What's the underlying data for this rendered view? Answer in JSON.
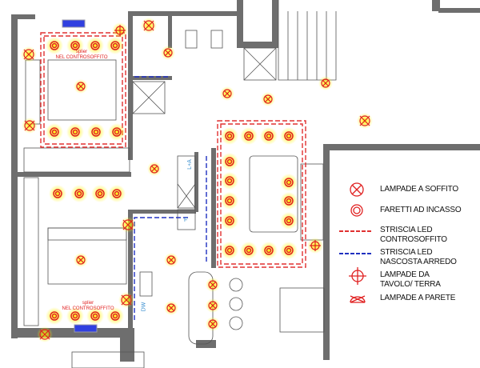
{
  "legend": {
    "items": [
      {
        "icon": "ceiling-lamp-icon",
        "label": "LAMPADE A SOFFITO"
      },
      {
        "icon": "recessed-spotlight-icon",
        "label": "FARETTI AD INCASSO"
      },
      {
        "icon": "led-strip-ceiling-icon",
        "label": "STRISCIA LED CONTROSOFFITO"
      },
      {
        "icon": "led-strip-furniture-icon",
        "label": "STRISCIA LED NASCOSTA ARREDO"
      },
      {
        "icon": "table-floor-lamp-icon",
        "label": "LAMPADE DA TAVOLO/ TERRA"
      },
      {
        "icon": "wall-lamp-icon",
        "label": "LAMPADE A PARETE"
      }
    ]
  },
  "notes": {
    "split_top": "splier",
    "split_top_sub": "NEL CONTROSOFFITO",
    "split_bottom": "splier",
    "split_bottom_sub": "NEL CONTROSOFFITO"
  },
  "appliances": {
    "washer": "L+A",
    "fridge": "F",
    "dishwasher": "DW"
  },
  "colors": {
    "wall": "#6e6e6e",
    "lamp": "#e02020",
    "glow": "#fff200",
    "led_ceiling": "#e03030",
    "led_furniture": "#2030c0"
  }
}
